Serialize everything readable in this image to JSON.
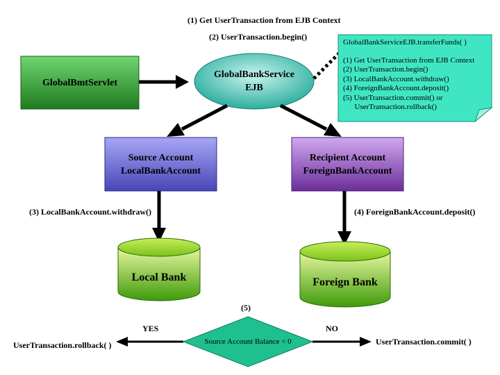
{
  "steps": {
    "step1": "(1) Get UserTransaction from EJB Context",
    "step2": "(2) UserTransaction.begin()",
    "step3": "(3) LocalBankAccount.withdraw()",
    "step4": "(4) ForeignBankAccount.deposit()",
    "step5": "(5)"
  },
  "nodes": {
    "servlet": "GlobalBmtServlet",
    "ejb_line1": "GlobalBankService",
    "ejb_line2": "EJB",
    "source_line1": "Source Account",
    "source_line2": "LocalBankAccount",
    "recipient_line1": "Recipient Account",
    "recipient_line2": "ForeignBankAccount",
    "local_bank": "Local Bank",
    "foreign_bank": "Foreign Bank",
    "decision": "Source Account Balance < 0"
  },
  "note": {
    "title": "GlobalBankServiceEJB.transferFunds( )",
    "lines": [
      "(1) Get UserTransaction from EJB Context",
      "(2) UserTransaction.begin()",
      "(3) LocalBankAccount.withdraw()",
      "(4) ForeignBankAccount.deposit()",
      "(5) UserTransaction.commit() or",
      "      UserTransaction.rollback()"
    ]
  },
  "branches": {
    "yes": "YES",
    "no": "NO",
    "rollback": "UserTransaction.rollback( )",
    "commit": "UserTransaction.commit( )"
  },
  "colors": {
    "servlet_fill": "#2e8b2e",
    "ejb_fill": "#39c6b4",
    "source_fill": "#6d6ad9",
    "recipient_fill": "#8a52b8",
    "cylinder_fill": "#7ec81a",
    "note_fill": "#40e0c0",
    "decision_fill": "#20c090"
  }
}
